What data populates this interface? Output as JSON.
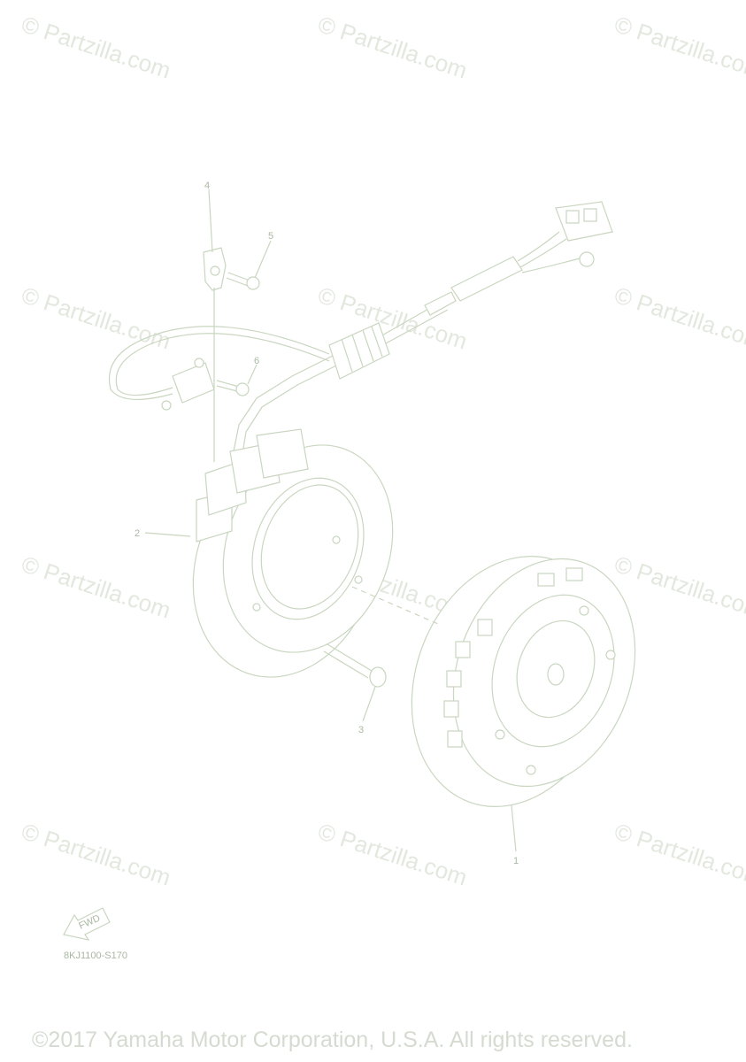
{
  "watermark": {
    "text": "© Partzilla.com"
  },
  "callouts": [
    {
      "id": "1",
      "label": "1"
    },
    {
      "id": "2",
      "label": "2"
    },
    {
      "id": "3",
      "label": "3"
    },
    {
      "id": "4",
      "label": "4"
    },
    {
      "id": "5",
      "label": "5"
    },
    {
      "id": "6",
      "label": "6"
    }
  ],
  "fwd_label": "FWD",
  "diagram_ref": "8KJ1100-S170",
  "copyright": "©2017 Yamaha Motor Corporation, U.S.A. All rights reserved.",
  "colors": {
    "line": "#c9d6c0",
    "watermark": "#e3e8df",
    "text": "#aab8a2"
  }
}
